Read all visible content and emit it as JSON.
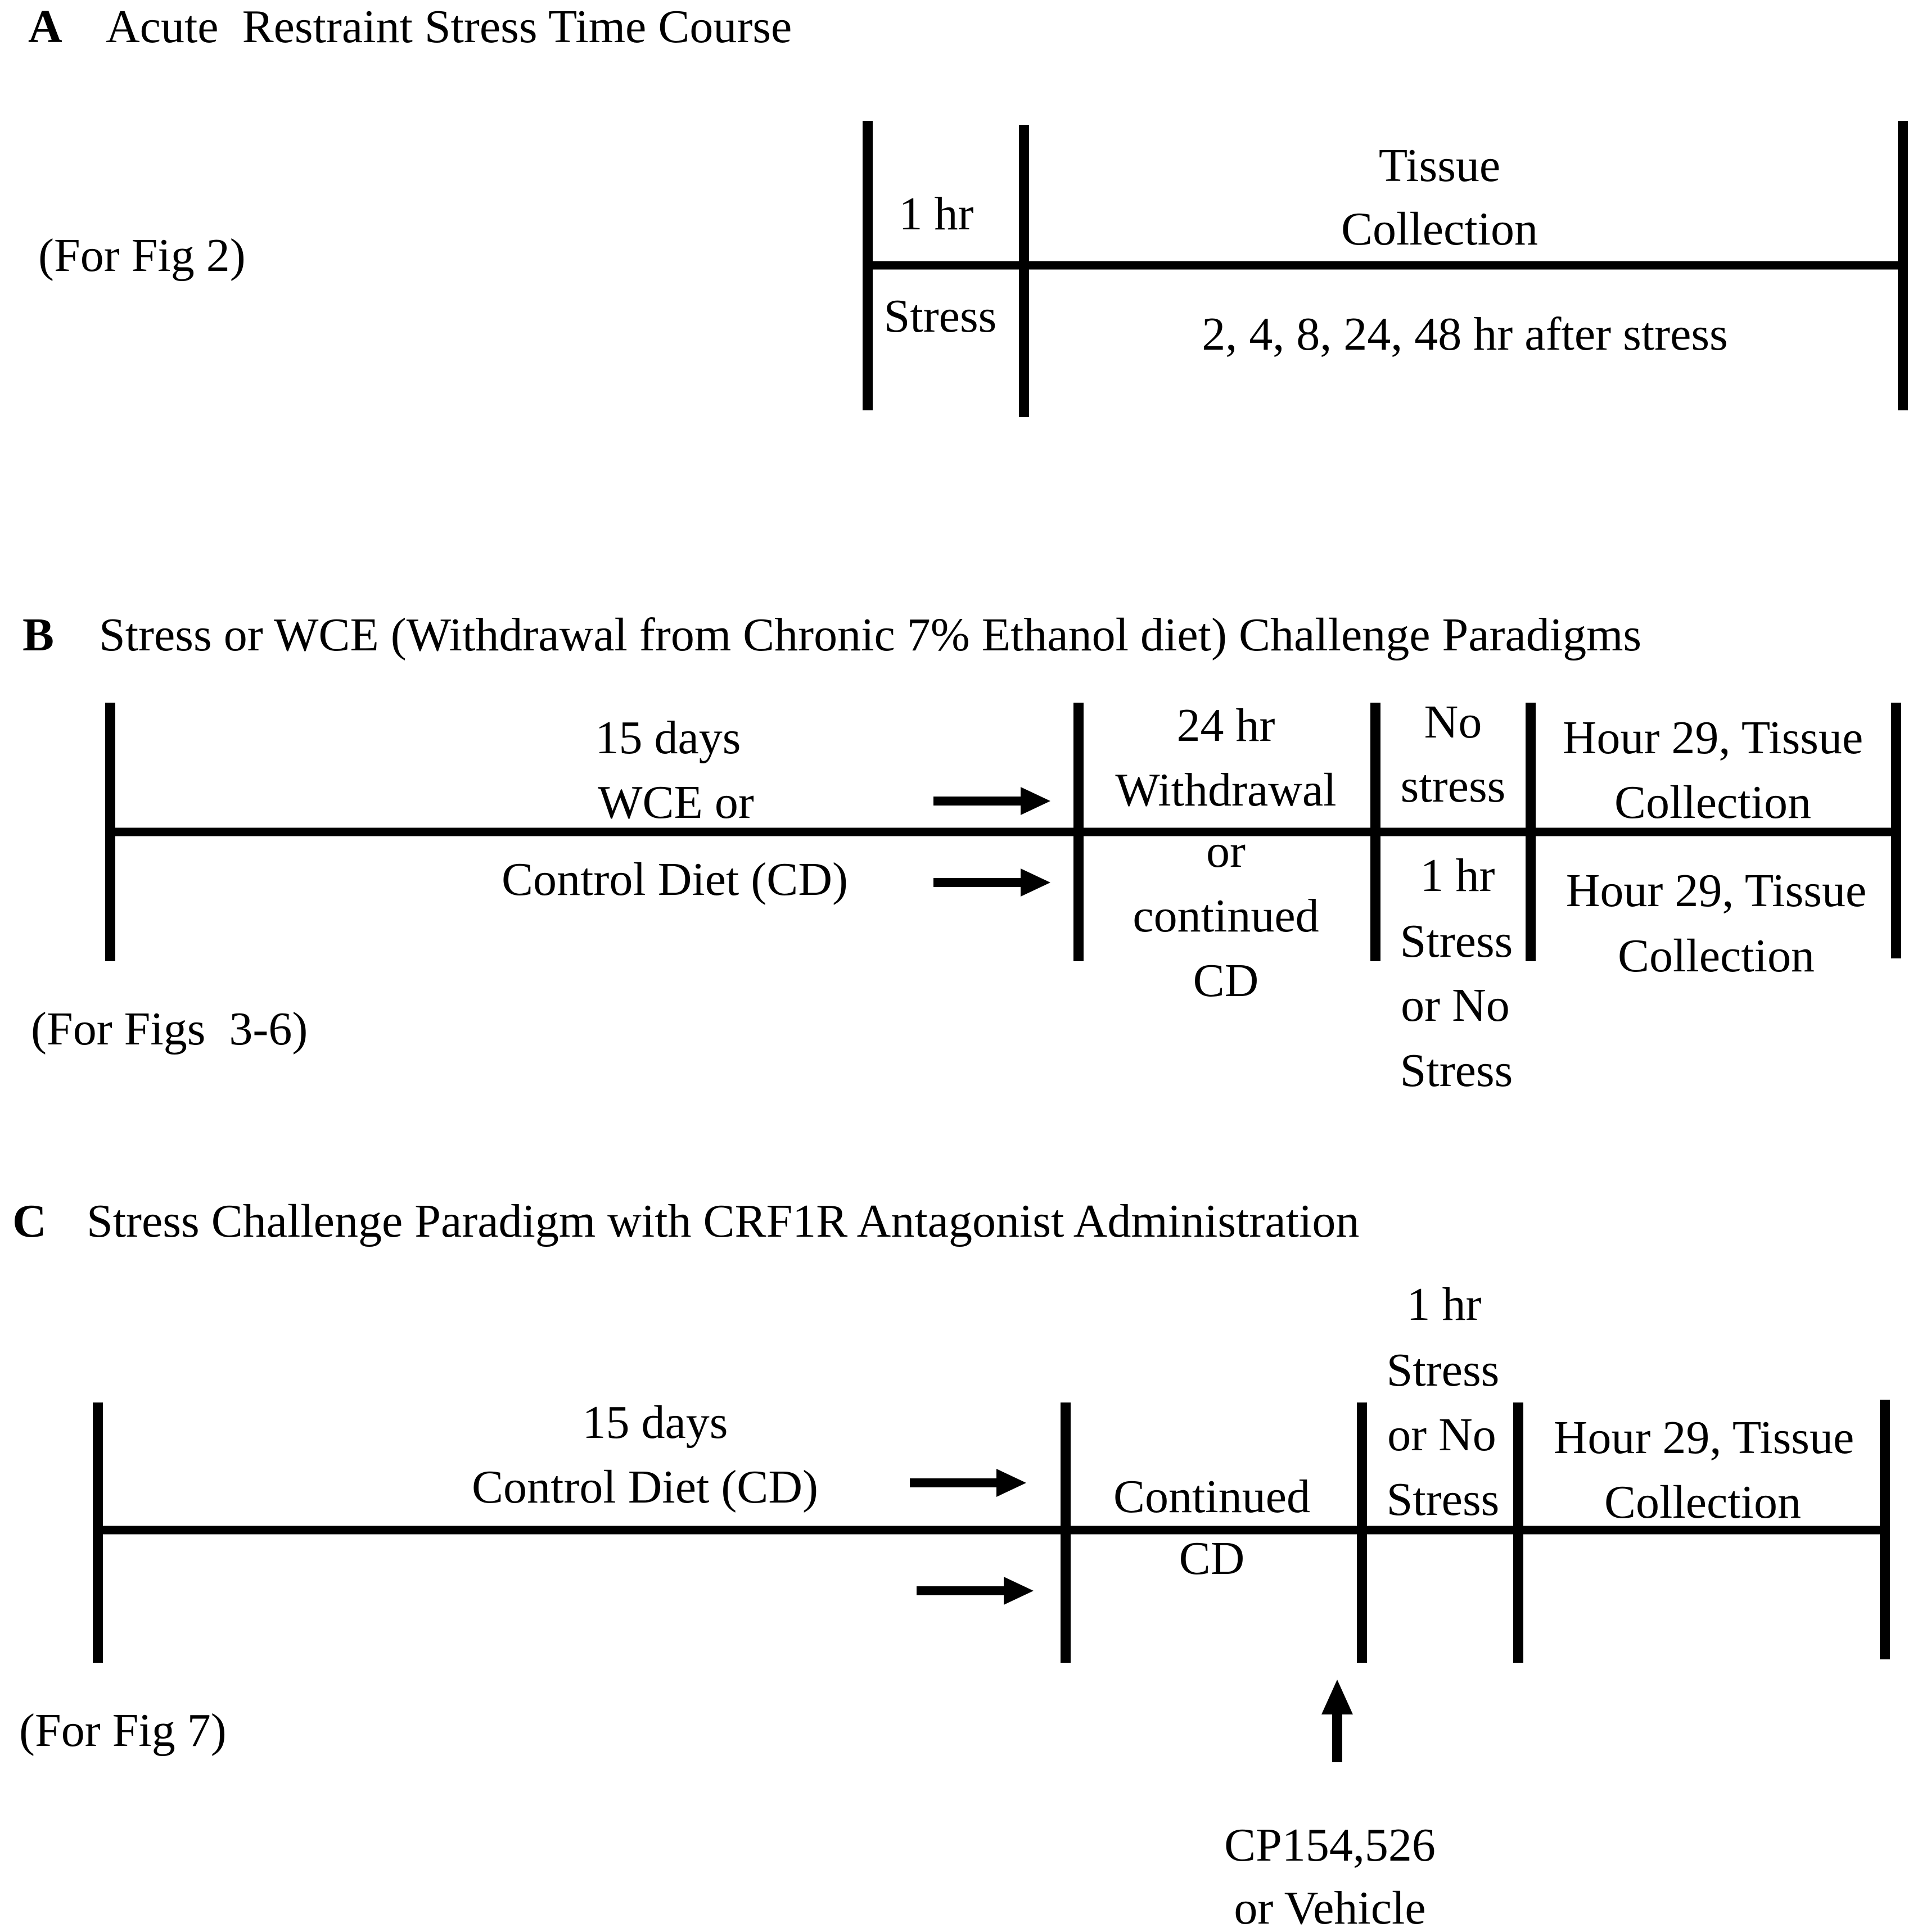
{
  "panel_a": {
    "letter": "A",
    "title": "Acute  Restraint Stress Time Course",
    "fig_ref": "(For Fig 2)",
    "stress_top": "1 hr",
    "stress_bottom": "Stress",
    "collection_line1": "Tissue",
    "collection_line2": "Collection",
    "collection_times": "2, 4, 8, 24, 48 hr after stress"
  },
  "panel_b": {
    "letter": "B",
    "title": "Stress or WCE (Withdrawal from Chronic 7% Ethanol diet) Challenge Paradigms",
    "fig_ref": "(For Figs  3-6)",
    "diet_line1": "15 days",
    "diet_line2": "WCE or",
    "diet_line3": "Control Diet (CD)",
    "withdrawal_line1": "24 hr",
    "withdrawal_line2": "Withdrawal",
    "withdrawal_line3": "or",
    "withdrawal_line4": "continued",
    "withdrawal_line5": "CD",
    "nostress_line1": "No",
    "nostress_line2": "stress",
    "stress_line1": "1 hr",
    "stress_line2": "Stress",
    "stress_line3": "or No",
    "stress_line4": "Stress",
    "collection_top_line1": "Hour 29, Tissue",
    "collection_top_line2": "Collection",
    "collection_bottom_line1": "Hour 29, Tissue",
    "collection_bottom_line2": "Collection"
  },
  "panel_c": {
    "letter": "C",
    "title": "Stress Challenge Paradigm with CRF1R Antagonist Administration",
    "fig_ref": "(For Fig 7)",
    "diet_line1": "15 days",
    "diet_line2": "Control Diet (CD)",
    "continued_line1": "Continued",
    "continued_line2": "CD",
    "stress_line1": "1 hr",
    "stress_line2": "Stress",
    "stress_line3": "or No",
    "stress_line4": "Stress",
    "collection_line1": "Hour 29, Tissue",
    "collection_line2": "Collection",
    "drug_line1": "CP154,526",
    "drug_line2": "or Vehicle"
  }
}
